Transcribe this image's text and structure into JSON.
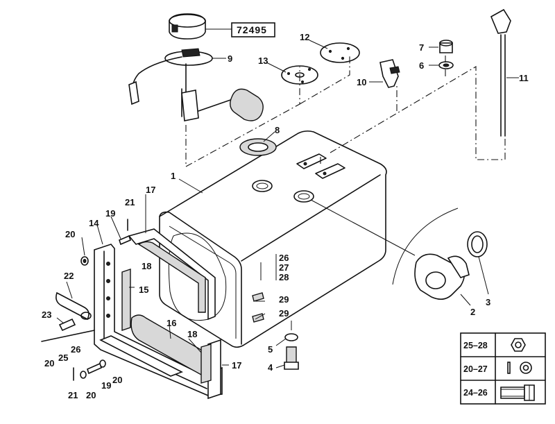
{
  "part_box": "72495",
  "labels": {
    "l1": "1",
    "l2": "2",
    "l3": "3",
    "l4": "4",
    "l5": "5",
    "l6": "6",
    "l7": "7",
    "l8": "8",
    "l9": "9",
    "l10": "10",
    "l11": "11",
    "l12": "12",
    "l13": "13",
    "l14": "14",
    "l15": "15",
    "l16": "16",
    "l17a": "17",
    "l17b": "17",
    "l18a": "18",
    "l18b": "18",
    "l19a": "19",
    "l19b": "19",
    "l20a": "20",
    "l20b": "20",
    "l20c": "20",
    "l20d": "20",
    "l21a": "21",
    "l21b": "21",
    "l22": "22",
    "l23": "23",
    "l25": "25",
    "l26a": "26",
    "l26b": "26",
    "l27": "27",
    "l28": "28",
    "l29a": "29",
    "l29b": "29"
  },
  "legend": [
    {
      "code": "25–28",
      "icon": "nut-icon"
    },
    {
      "code": "20–27",
      "icon": "washer-icon"
    },
    {
      "code": "24–26",
      "icon": "bolt-icon"
    }
  ]
}
